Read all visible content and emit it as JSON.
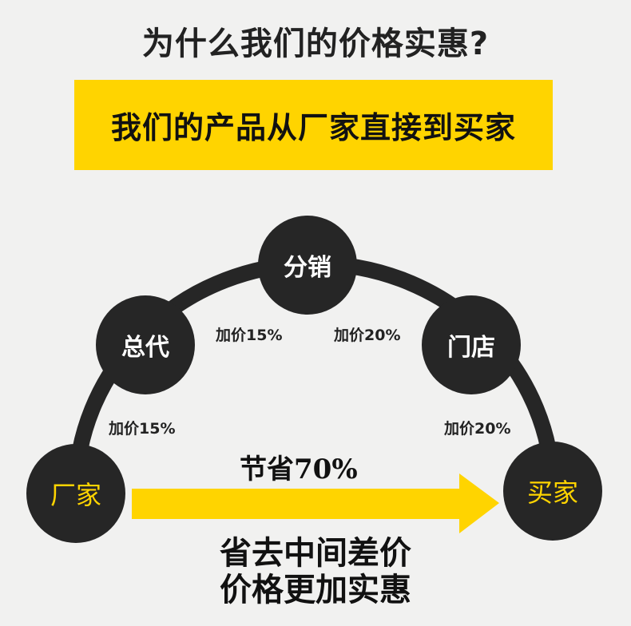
{
  "title": "为什么我们的价格实惠?",
  "banner": "我们的产品从厂家直接到买家",
  "nodes": {
    "factory": "厂家",
    "agent": "总代",
    "distributor": "分销",
    "store": "门店",
    "buyer": "买家"
  },
  "markups": {
    "factory_agent": "加价15%",
    "agent_distributor": "加价15%",
    "distributor_store": "加价20%",
    "store_buyer": "加价20%"
  },
  "savings": "节省70%",
  "bottom_line1": "省去中间差价",
  "bottom_line2": "价格更加实惠",
  "colors": {
    "accent": "#ffd400",
    "node": "#262626",
    "background": "#f1f1f0"
  }
}
